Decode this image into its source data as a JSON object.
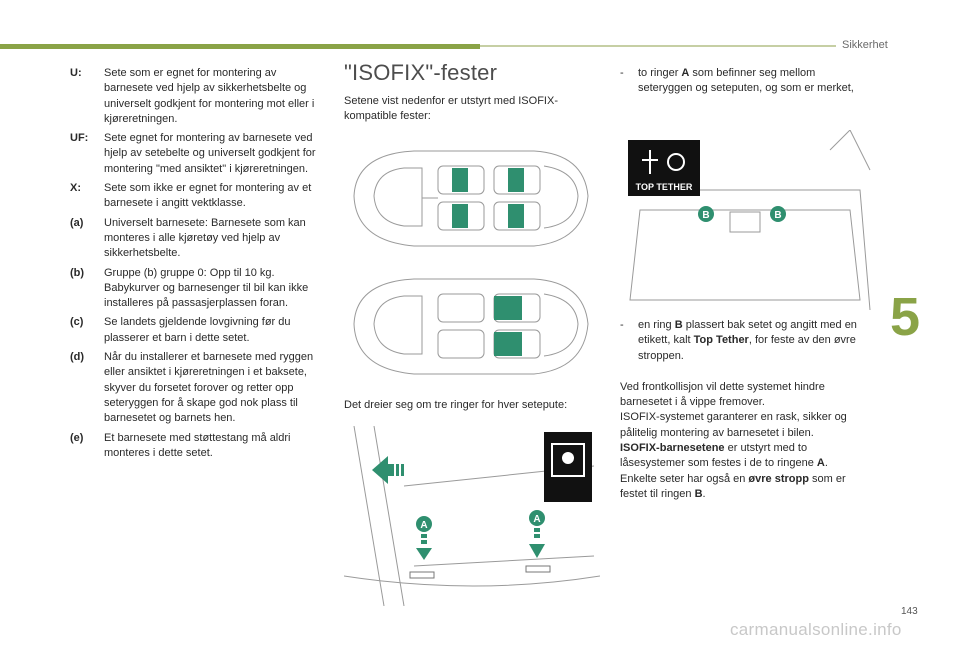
{
  "header": {
    "section": "Sikkerhet",
    "chapter": "5",
    "page": "143"
  },
  "watermark": "carmanualsonline.info",
  "definitions": [
    {
      "key": "U:",
      "text": "Sete som er egnet for montering av barnesete ved hjelp av sikkerhetsbelte og universelt godkjent for montering mot eller i kjøreretningen."
    },
    {
      "key": "UF:",
      "text": "Sete egnet for montering av barnesete ved hjelp av setebelte og universelt godkjent for montering \"med ansiktet\" i kjøreretningen."
    },
    {
      "key": "X:",
      "text": "Sete som ikke er egnet for montering av et barnesete i angitt vektklasse."
    },
    {
      "key": "(a)",
      "text": "Universelt barnesete: Barnesete som kan monteres i alle kjøretøy ved hjelp av sikkerhetsbelte."
    },
    {
      "key": "(b)",
      "text": "Gruppe (b) gruppe 0: Opp til 10 kg. Babykurver og barnesenger til bil kan ikke installeres på passasjerplassen foran."
    },
    {
      "key": "(c)",
      "text": "Se landets gjeldende lovgivning før du plasserer et barn i dette setet."
    },
    {
      "key": "(d)",
      "text": "Når du installerer et barnesete med ryggen eller ansiktet i kjøreretningen i et baksete, skyver du forsetet forover og retter opp seteryggen for å skape god nok plass til barnesetet og barnets hen."
    },
    {
      "key": "(e)",
      "text": "Et barnesete med støttestang må aldri monteres i dette setet."
    }
  ],
  "isofix": {
    "title": "\"ISOFIX\"-fester",
    "intro": "Setene vist nedenfor er utstyrt med ISOFIX-kompatible fester:",
    "rings_caption": "Det dreier seg om tre ringer for hver setepute:",
    "ring_a_label": "A",
    "ring_b_label": "B",
    "tether_label": "TOP TETHER"
  },
  "col3": {
    "bullet1": {
      "dash": "-",
      "pre": "to ringer ",
      "bold": "A",
      "post": " som befinner seg mellom seteryggen og seteputen, og som er merket,"
    },
    "bullet2": {
      "dash": "-",
      "pre": "en ring ",
      "bold": "B",
      "mid": " plassert bak setet og angitt med en etikett, kalt ",
      "bold2": "Top Tether",
      "post": ", for feste av den øvre stroppen."
    },
    "para1": "Ved frontkollisjon vil dette systemet hindre barnesetet i å vippe fremover.",
    "para2": "ISOFIX-systemet garanterer en rask, sikker og pålitelig montering av barnesetet i bilen.",
    "para3": {
      "bold1": "ISOFIX-barnesetene",
      "t1": " er utstyrt med to låsesystemer som festes i de to ringene ",
      "bold2": "A",
      "t2": ".",
      "t3": "Enkelte seter har også en ",
      "bold3": "øvre stropp",
      "t4": " som er festet til ringen ",
      "bold4": "B",
      "t5": "."
    }
  }
}
